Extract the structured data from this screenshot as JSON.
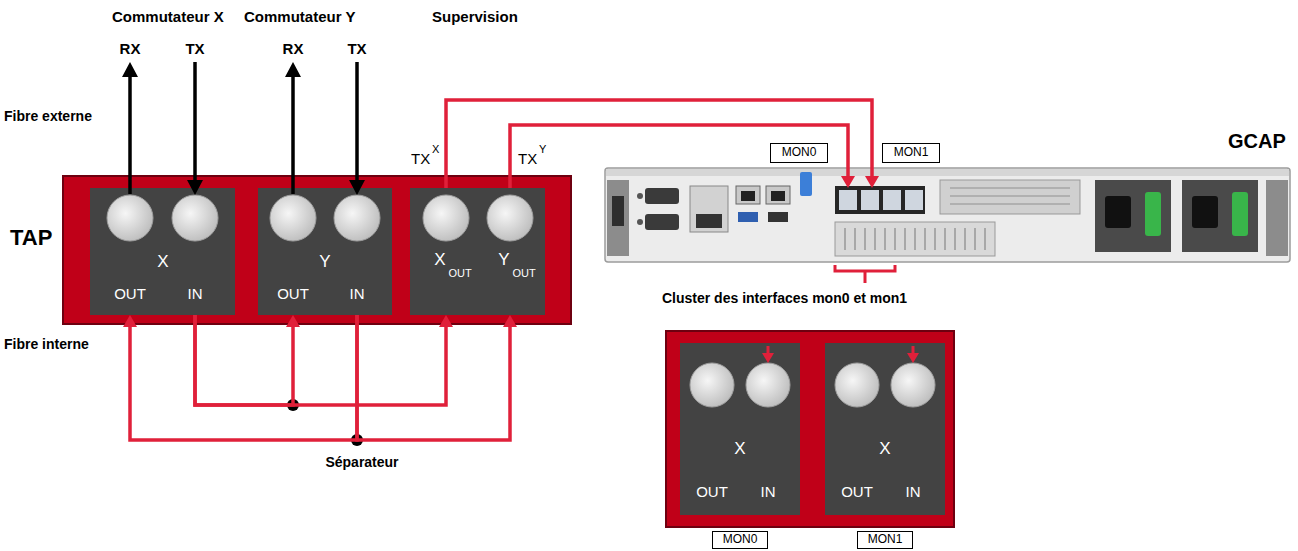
{
  "diagram": {
    "nodes": [
      {
        "text": [
          "TAP"
        ]
      },
      {
        "text": [
          "OUT",
          "X",
          "IN"
        ],
        "in": 0
      },
      {
        "text": [
          "OUT",
          "Y",
          "IN"
        ],
        "in": 0
      },
      {
        "text": [
          "X",
          "OUT",
          "Y",
          "OUT"
        ],
        "in": 0
      },
      {
        "text": [
          "MON0"
        ]
      },
      {
        "text": [
          "MON1"
        ]
      },
      {
        "text": [
          "GCAP"
        ]
      },
      {
        "text": [
          "Cluster des interfaces mon0 et mon1"
        ]
      },
      {
        "text": [
          "OUT",
          "X",
          "IN"
        ],
        "in": 7
      },
      {
        "text": [
          "OUT",
          "X",
          "IN"
        ],
        "in": 7
      },
      {
        "text": [
          "MON0"
        ]
      },
      {
        "text": [
          "MON1"
        ]
      }
    ],
    "edges": [
      {
        "from": 3,
        "to": 6,
        "arrow": "to"
      },
      {
        "from": 3,
        "to": 6,
        "arrow": "to"
      },
      {
        "from": 1,
        "to": 2,
        "arrow": "to"
      },
      {
        "from": 1,
        "to": 3,
        "arrow": "to"
      },
      {
        "from": 2,
        "to": 1,
        "arrow": "to"
      },
      {
        "from": 2,
        "to": 3,
        "arrow": "to"
      }
    ],
    "labels": [
      "Commutateur X",
      "Commutateur Y",
      "Supervision",
      "RX",
      "TX",
      "RX",
      "TX",
      "Fibre externe",
      "TX",
      "X",
      "TX",
      "Y",
      "Fibre interne",
      "Séparateur"
    ]
  }
}
